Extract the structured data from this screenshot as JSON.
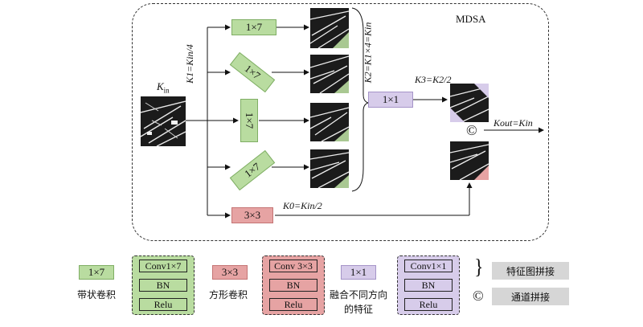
{
  "module_title": "MDSA",
  "labels": {
    "k_in": "K",
    "k_in_sub": "in",
    "k1": "K1=Kin/4",
    "k2": "K2=K1×4=Kin",
    "k3": "K3=K2/2",
    "k0": "K0=Kin/2",
    "k_out": "Kout=Kin",
    "concat_symbol": "©"
  },
  "branches": [
    {
      "label": "1×7",
      "orientation": "horizontal"
    },
    {
      "label": "1×7",
      "orientation": "diagonal-down"
    },
    {
      "label": "1×7",
      "orientation": "vertical"
    },
    {
      "label": "1×7",
      "orientation": "diagonal-up"
    }
  ],
  "square_conv": {
    "label": "3×3"
  },
  "pointwise": {
    "label": "1×1"
  },
  "legend": {
    "strip": {
      "label": "1×7",
      "caption": "带状卷积",
      "items": [
        "Conv1×7",
        "BN",
        "Relu"
      ]
    },
    "square": {
      "label": "3×3",
      "caption": "方形卷积",
      "items": [
        "Conv 3×3",
        "BN",
        "Relu"
      ]
    },
    "fusion": {
      "label": "1×1",
      "caption_line1": "融合不同方向",
      "caption_line2": "的特征",
      "items": [
        "Conv1×1",
        "BN",
        "Relu"
      ]
    },
    "feature_concat": {
      "symbol": "}",
      "label": "特征图拼接"
    },
    "channel_concat": {
      "symbol": "©",
      "label": "通道拼接"
    }
  },
  "colors": {
    "green": "#b9dca0",
    "pink": "#e6a3a3",
    "purple": "#d7ccea",
    "gray": "#d6d6d6"
  }
}
